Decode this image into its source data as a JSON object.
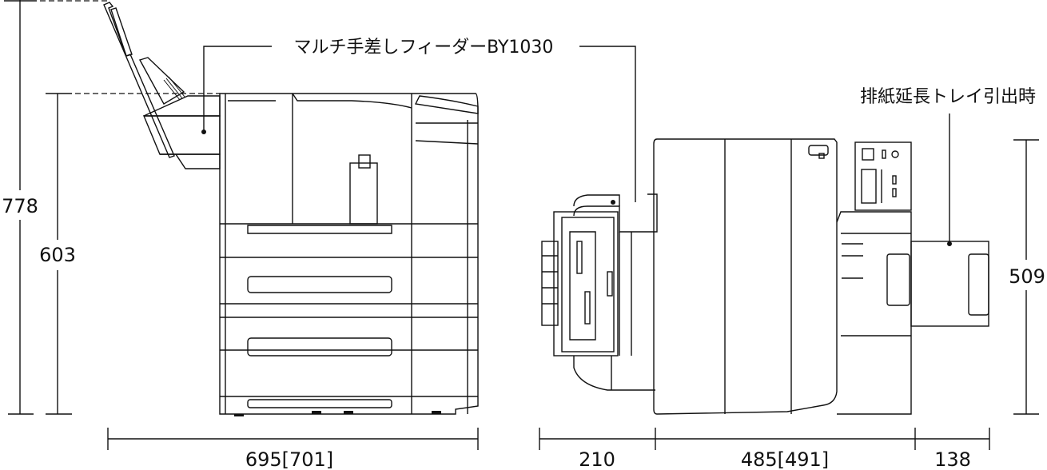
{
  "labels": {
    "feeder": "マルチ手差しフィーダーBY1030",
    "output_tray": "排紙延長トレイ引出時"
  },
  "dimensions": {
    "height_with_feeder": "778",
    "height_body": "603",
    "depth_right": "509",
    "width_front": "695[701]",
    "feeder_depth": "210",
    "body_depth": "485[491]",
    "tray_extension": "138"
  }
}
